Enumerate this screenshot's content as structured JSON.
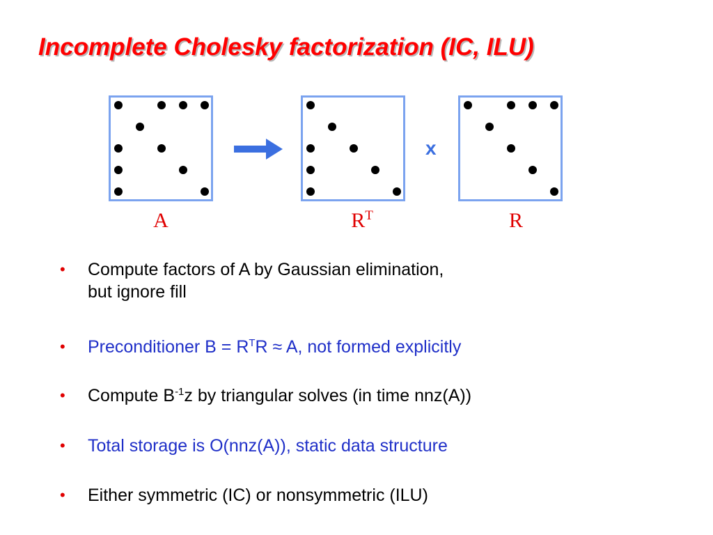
{
  "title": "Incomplete Cholesky factorization  (IC, ILU)",
  "colors": {
    "title": "#ff0000",
    "matrix_border": "#7ba3ef",
    "label": "#e00000",
    "arrow": "#3b6fe0",
    "bullet_mark": "#e00000",
    "blue_text": "#1f2fc8"
  },
  "diagram": {
    "operator": "x",
    "arrow_icon": "right-arrow-icon",
    "matrices": [
      {
        "label": "A",
        "label_sup": "",
        "nonzeros": [
          [
            1,
            1
          ],
          [
            1,
            3
          ],
          [
            1,
            4
          ],
          [
            1,
            5
          ],
          [
            2,
            2
          ],
          [
            3,
            1
          ],
          [
            3,
            3
          ],
          [
            4,
            1
          ],
          [
            4,
            4
          ],
          [
            5,
            1
          ],
          [
            5,
            5
          ]
        ]
      },
      {
        "label": "R",
        "label_sup": "T",
        "nonzeros": [
          [
            1,
            1
          ],
          [
            2,
            2
          ],
          [
            3,
            1
          ],
          [
            3,
            3
          ],
          [
            4,
            1
          ],
          [
            4,
            4
          ],
          [
            5,
            1
          ],
          [
            5,
            5
          ]
        ]
      },
      {
        "label": "R",
        "label_sup": "",
        "nonzeros": [
          [
            1,
            1
          ],
          [
            1,
            3
          ],
          [
            1,
            4
          ],
          [
            1,
            5
          ],
          [
            2,
            2
          ],
          [
            3,
            3
          ],
          [
            4,
            4
          ],
          [
            5,
            5
          ]
        ]
      }
    ]
  },
  "bullets": {
    "mark": "•",
    "b1_line1": "Compute factors of A by Gaussian elimination,",
    "b1_line2": "but ignore fill",
    "b2_pre": "Preconditioner B = R",
    "b2_sup": "T",
    "b2_post": "R ≈ A, not formed explicitly",
    "b3_pre": "Compute B",
    "b3_sup": "-1",
    "b3_post": "z by triangular solves (in time nnz(A))",
    "b4": "Total storage is O(nnz(A)), static data structure",
    "b5": "Either symmetric (IC) or nonsymmetric (ILU)"
  }
}
